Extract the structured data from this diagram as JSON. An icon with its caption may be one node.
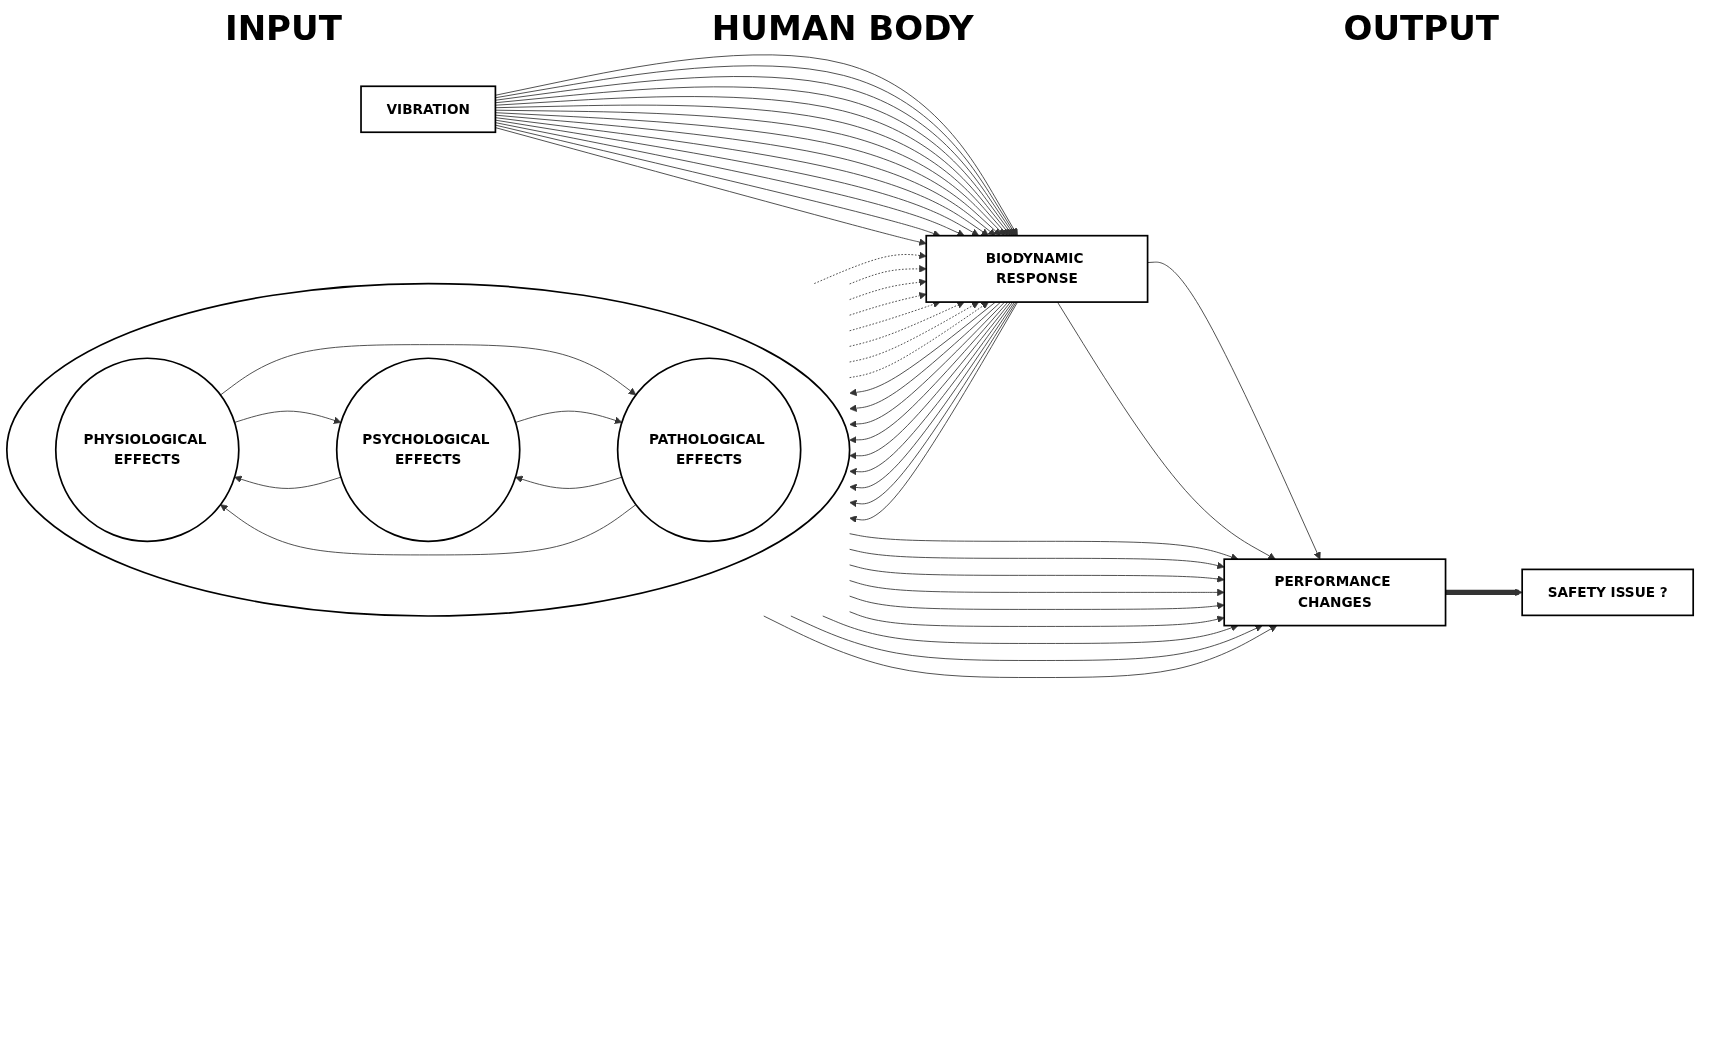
{
  "diagram": {
    "nodes": [
      {
        "text": [
          "VIBRATION"
        ]
      },
      {
        "text": [
          "BIODYNAMIC RESPONSE"
        ]
      },
      {
        "text": [],
        "shape": "circle"
      },
      {
        "text": [
          "PHYSIOLOGICAL EFFECTS"
        ],
        "in": 2
      },
      {
        "text": [
          "PSYCHOLOGICAL EFFECTS"
        ],
        "in": 2
      },
      {
        "text": [
          "PATHOLOGICAL EFFECTS"
        ],
        "in": 2
      },
      {
        "text": [
          "PERFORMANCE CHANGES"
        ]
      },
      {
        "text": [
          "SAFETY ISSUE ?"
        ]
      }
    ],
    "edges": [
      {
        "from": 0,
        "to": 1,
        "arrow": "to"
      },
      {
        "from": 0,
        "to": 1,
        "arrow": "to"
      },
      {
        "from": 0,
        "to": 1,
        "arrow": "to"
      },
      {
        "from": 0,
        "to": 1,
        "arrow": "to"
      },
      {
        "from": 0,
        "to": 1,
        "arrow": "to"
      },
      {
        "from": 0,
        "to": 1,
        "arrow": "to"
      },
      {
        "from": 0,
        "to": 1,
        "arrow": "to"
      },
      {
        "from": 0,
        "to": 1,
        "arrow": "to"
      },
      {
        "from": 0,
        "to": 1,
        "arrow": "to"
      },
      {
        "from": 0,
        "to": 1,
        "arrow": "to"
      },
      {
        "from": 0,
        "to": 1,
        "arrow": "to"
      },
      {
        "from": 0,
        "to": 1,
        "arrow": "to"
      },
      {
        "from": 0,
        "to": 1,
        "arrow": "to"
      },
      {
        "from": 0,
        "to": 1,
        "arrow": "to"
      },
      {
        "from": 1,
        "to": 6,
        "arrow": "to"
      },
      {
        "from": 1,
        "to": 2,
        "arrow": "to"
      },
      {
        "from": 2,
        "to": 1,
        "arrow": "to",
        "style": "dashed"
      },
      {
        "from": 1,
        "to": 2,
        "arrow": "to"
      },
      {
        "from": 2,
        "to": 1,
        "arrow": "to",
        "style": "dashed"
      },
      {
        "from": 1,
        "to": 2,
        "arrow": "to"
      },
      {
        "from": 2,
        "to": 1,
        "arrow": "to",
        "style": "dashed"
      },
      {
        "from": 1,
        "to": 2,
        "arrow": "to"
      },
      {
        "from": 2,
        "to": 1,
        "arrow": "to",
        "style": "dashed"
      },
      {
        "from": 1,
        "to": 2,
        "arrow": "to"
      },
      {
        "from": 2,
        "to": 1,
        "arrow": "to",
        "style": "dashed"
      },
      {
        "from": 1,
        "to": 2,
        "arrow": "to"
      },
      {
        "from": 2,
        "to": 1,
        "arrow": "to",
        "style": "dashed"
      },
      {
        "from": 1,
        "to": 2,
        "arrow": "to"
      },
      {
        "from": 2,
        "to": 1,
        "arrow": "to",
        "style": "dashed"
      },
      {
        "from": 1,
        "to": 2,
        "arrow": "to"
      },
      {
        "from": 2,
        "to": 1,
        "arrow": "to",
        "style": "dashed"
      },
      {
        "from": 1,
        "to": 2,
        "arrow": "to"
      },
      {
        "from": 1,
        "to": 6,
        "arrow": "to"
      },
      {
        "from": 2,
        "to": 6,
        "arrow": "to"
      },
      {
        "from": 2,
        "to": 6,
        "arrow": "to"
      },
      {
        "from": 2,
        "to": 6,
        "arrow": "to"
      },
      {
        "from": 2,
        "to": 6,
        "arrow": "to"
      },
      {
        "from": 2,
        "to": 6,
        "arrow": "to"
      },
      {
        "from": 2,
        "to": 6,
        "arrow": "to"
      },
      {
        "from": 2,
        "to": 6,
        "arrow": "to"
      },
      {
        "from": 2,
        "to": 6,
        "arrow": "to"
      },
      {
        "from": 2,
        "to": 6,
        "arrow": "to"
      },
      {
        "from": 3,
        "to": 4,
        "arrow": "to"
      },
      {
        "from": 3,
        "to": 5,
        "arrow": "to"
      },
      {
        "from": 4,
        "to": 5,
        "arrow": "to"
      },
      {
        "from": 5,
        "to": 4,
        "arrow": "to"
      },
      {
        "from": 4,
        "to": 3,
        "arrow": "to"
      },
      {
        "from": 5,
        "to": 3,
        "arrow": "to"
      },
      {
        "from": 6,
        "to": 7,
        "arrow": "to",
        "style": "thick"
      }
    ],
    "labels": [
      "INPUT",
      "HUMAN BODY",
      "OUTPUT"
    ]
  }
}
